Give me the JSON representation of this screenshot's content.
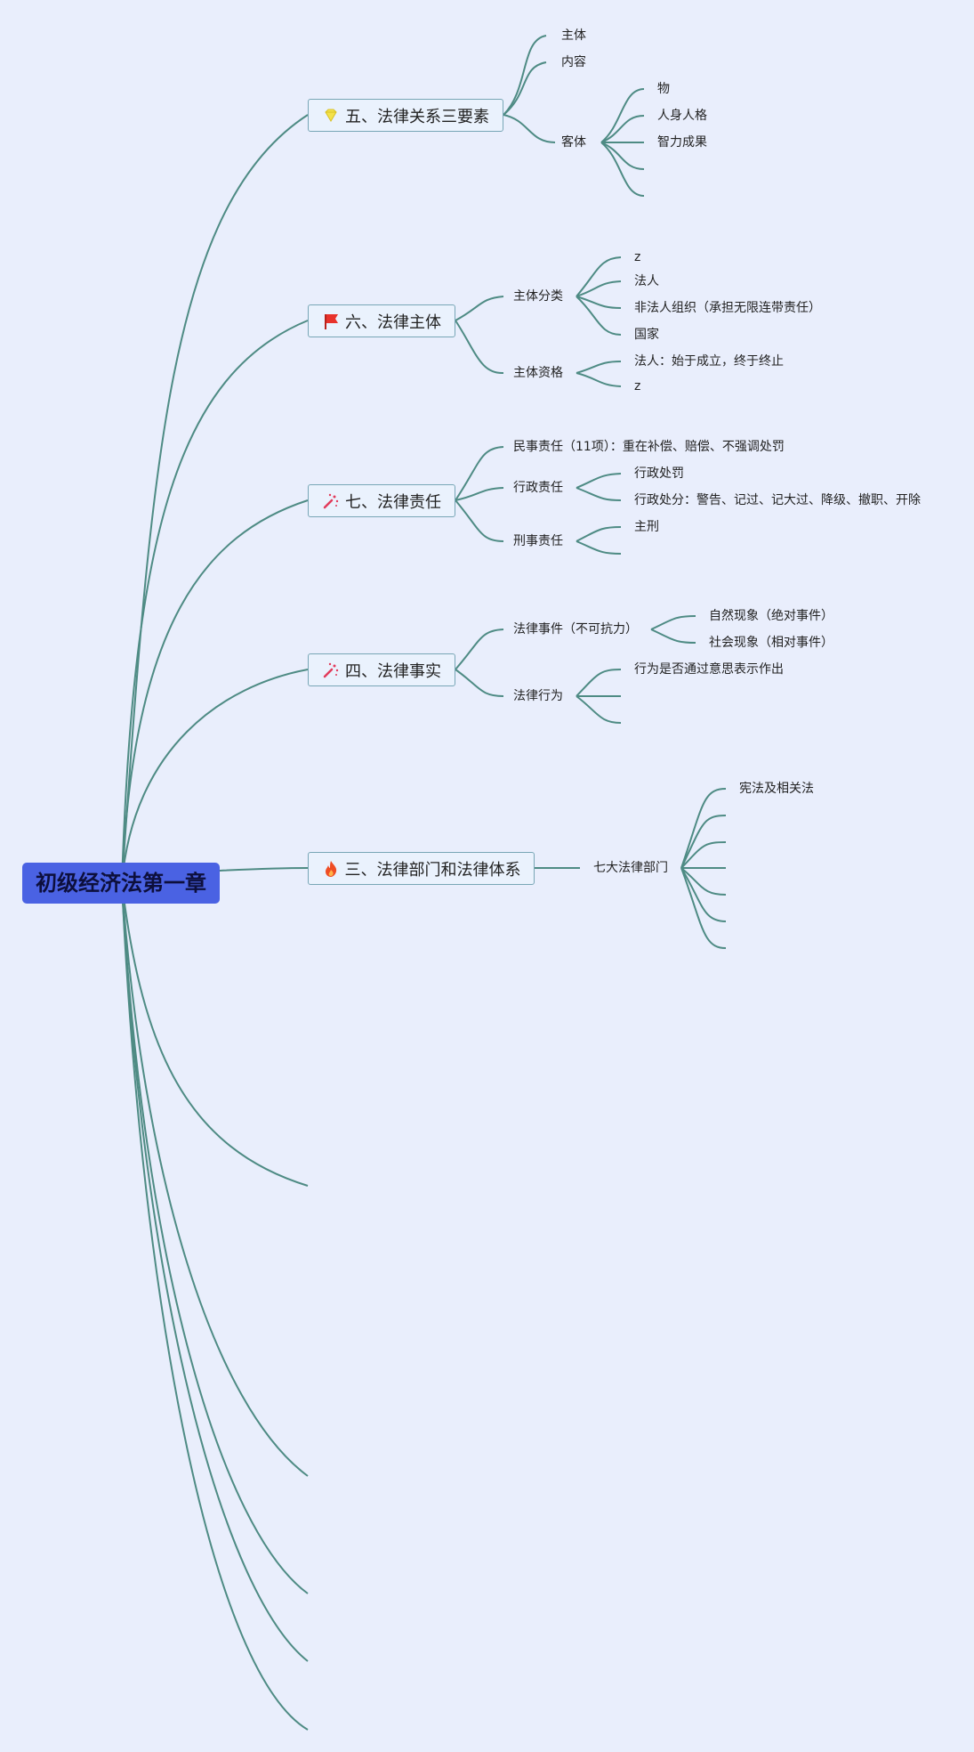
{
  "root": {
    "label": "初级经济法第一章"
  },
  "branches": {
    "b5": {
      "label": "五、法律关系三要素",
      "icon": "gem-icon"
    },
    "b6": {
      "label": "六、法律主体",
      "icon": "red-flag-icon"
    },
    "b7": {
      "label": "七、法律责任",
      "icon": "magic-wand-icon"
    },
    "b4": {
      "label": "四、法律事实",
      "icon": "magic-wand-icon"
    },
    "b3": {
      "label": "三、法律部门和法律体系",
      "icon": "fire-icon"
    }
  },
  "nodes": {
    "b5_zhuti": "主体",
    "b5_neirong": "内容",
    "b5_keti": "客体",
    "b5_wu": "物",
    "b5_renshen": "人身人格",
    "b5_zhili": "智力成果",
    "b6_fenlei": "主体分类",
    "b6_z1": "z",
    "b6_faren": "法人",
    "b6_feifaren": "非法人组织（承担无限连带责任）",
    "b6_guojia": "国家",
    "b6_zige": "主体资格",
    "b6_faren2": "法人：始于成立，终于终止",
    "b6_z2": "z",
    "b7_minshi": "民事责任（11项）：重在补偿、赔偿、不强调处罚",
    "b7_xingzheng": "行政责任",
    "b7_chufa": "行政处罚",
    "b7_chufen": "行政处分：警告、记过、记大过、降级、撤职、开除",
    "b7_xingshi": "刑事责任",
    "b7_zhuxing": "主刑",
    "b4_shijian": "法律事件（不可抗力）",
    "b4_ziran": "自然现象（绝对事件）",
    "b4_shehui": "社会现象（相对事件）",
    "b4_xingwei": "法律行为",
    "b4_yisi": "行为是否通过意思表示作出",
    "b3_qida": "七大法律部门",
    "b3_xianfa": "宪法及相关法"
  },
  "colors": {
    "background": "#e9eefc",
    "root": "#4a62e3",
    "line": "#4e8b84",
    "branch_border": "#78a6b6"
  }
}
